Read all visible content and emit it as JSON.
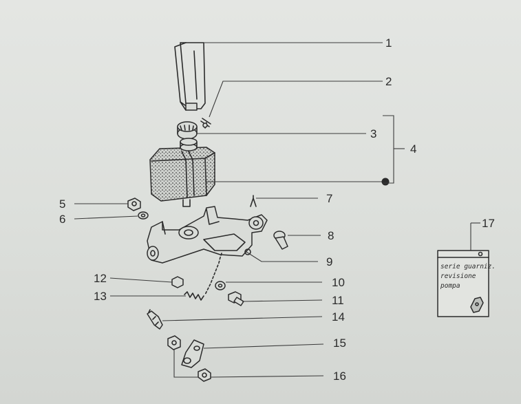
{
  "callouts": {
    "c1": "1",
    "c2": "2",
    "c3": "3",
    "c4": "4",
    "c5": "5",
    "c6": "6",
    "c7": "7",
    "c8": "8",
    "c9": "9",
    "c10": "10",
    "c11": "11",
    "c12": "12",
    "c13": "13",
    "c14": "14",
    "c15": "15",
    "c16": "16",
    "c17": "17"
  },
  "kit_card": {
    "line1": "serie guarniz.",
    "line2": "revisione",
    "line3": "pompa"
  },
  "colors": {
    "ink": "#2b2b2b",
    "paper": "#dcdfdc"
  }
}
